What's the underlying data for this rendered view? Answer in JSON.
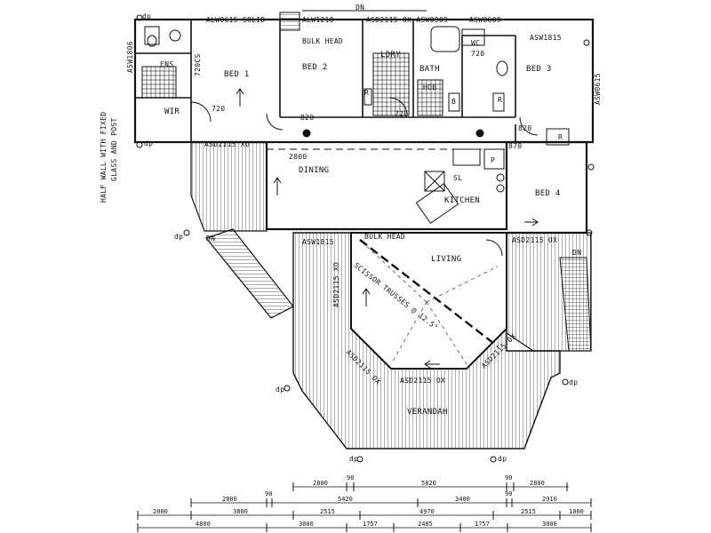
{
  "labels": {
    "alw0615": "ALW0615 SOLID",
    "alw1218": "ALW1218",
    "dn_top": "DN",
    "asd2115_top": "ASD2115 OX ASW0909",
    "asw0609": "ASW0609",
    "asw1815_top": "ASW1815",
    "asw1806": "ASW1806",
    "half_wall": "HALF WALL WITH FIXED",
    "glass_post": "GLASS AND POST",
    "ens": "ENS",
    "wc": "WC",
    "cs720": "720CS",
    "bed1": "BED 1",
    "bed2": "BED 2",
    "bed3": "BED 3",
    "bed4": "BED 4",
    "bulkhead_top": "BULK HEAD",
    "ldry": "LDRY",
    "bath": "BATH",
    "hob": "HOB",
    "wir": "WIR",
    "asd2115_xo": "ASD2115 XO",
    "dining": "DINING",
    "kitchen": "KITCHEN",
    "sl": "SL",
    "p": "P",
    "r": "R",
    "b": "B",
    "d720": "720",
    "d820": "820",
    "d870": "870",
    "d2000": "2000",
    "asw0615": "ASW0615",
    "asw1815_mid": "ASW1815",
    "bulkhead_mid": "BULK HEAD",
    "living": "LIVING",
    "scissor": "SCISSOR TRUSSES @ 12.5°",
    "asd2115_ox_mid": "ASD2115 OX",
    "asd2115_ox_left": "ASD2115 OX",
    "asd2115_ox_right": "ASD2115 OX",
    "asd2115_ox_bottom": "ASD2115 OX",
    "asd2115_xo_left": "ASD2115 XO",
    "verandah": "VERANDAH",
    "dn_left": "DN",
    "dn_right": "DN",
    "dp": "dp"
  },
  "dimensions": {
    "row1": [
      "2800",
      "90",
      "5820",
      "90",
      "2800"
    ],
    "row2": [
      "2800",
      "90",
      "5420",
      "3400",
      "90",
      "2910"
    ],
    "row3": [
      "2000",
      "3800",
      "2515",
      "4970",
      "2515",
      "1000"
    ],
    "row4": [
      "4800",
      "3000",
      "1757",
      "2485",
      "1757",
      "3000"
    ]
  }
}
